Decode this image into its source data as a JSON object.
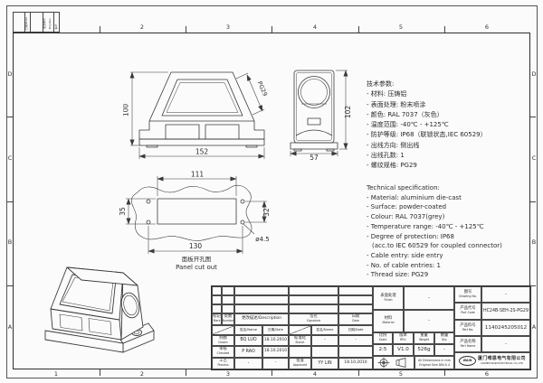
{
  "ink": "#3a3a3a",
  "frame": {
    "cols": [
      "1",
      "2",
      "3",
      "4",
      "5",
      "6"
    ],
    "rows": [
      "D",
      "C",
      "B",
      "A"
    ],
    "rev_strip": {
      "date": "日期/Date",
      "drg_cn": "更改单号",
      "drg_en": "Drg Rev"
    }
  },
  "views": {
    "front": {
      "dim_height": "100",
      "dim_width": "152",
      "thread": "PG29"
    },
    "side": {
      "dim_height": "102",
      "dim_width": "57"
    },
    "panel": {
      "dim_top": "111",
      "dim_bottom": "130",
      "dim_left": "35",
      "dim_right": "32",
      "hole": "ø4.5",
      "caption_cn": "面板开孔图",
      "caption_en": "Panel cut out"
    }
  },
  "spec_cn": {
    "title": "技术参数:",
    "lines": [
      "- 材料: 压铸铝",
      "- 表面处理: 粉末喷涂",
      "- 颜色: RAL 7037（灰色）",
      "- 温度范围: -40℃ - +125℃",
      "- 防护等级: IP68（联锁状态,IEC 60529）",
      "- 出线方向: 侧出线",
      "- 出线孔数: 1",
      "- 螺纹规格: PG29"
    ]
  },
  "spec_en": {
    "title": "Technical specification:",
    "lines": [
      "- Material: aluminium die-cast",
      "- Surface: powder-coated",
      "- Colour: RAL 7037(grey)",
      "- Temperature range: -40℃ - +125℃",
      "- Degree of protection: IP68",
      "(acc.to IEC 60529 for coupled connector)",
      "- Cable entry: side entry",
      "- No. of cable entries: 1",
      "- Thread size: PG29"
    ]
  },
  "title_block": {
    "mark": {
      "cn": "标记",
      "en": "Mark"
    },
    "number": {
      "cn": "处数",
      "en": "Number"
    },
    "description": "更改描述/Description",
    "signature": {
      "cn": "签名",
      "en": "Signature"
    },
    "date": {
      "cn": "日期",
      "en": "Date"
    },
    "name_label": "姓名/Name",
    "date_label": "日期/Date",
    "drawn": {
      "cn": "制图",
      "en": "Drawn",
      "name": "BQ LUO",
      "date": "18.10.2010"
    },
    "checked": {
      "cn": "审核",
      "en": "Checked",
      "name": "P RAO",
      "date": "18.10.2010"
    },
    "process": {
      "cn": "工艺",
      "en": "Process",
      "name": "-",
      "date": "-"
    },
    "stand": {
      "cn": "标准化",
      "en": "Stand.",
      "name": "-",
      "date": "-"
    },
    "approved": {
      "cn": "批准",
      "en": "Approved",
      "name": "YY LIN",
      "date": "18.10.2010"
    },
    "finish": {
      "cn": "表面处理",
      "en": "Finish",
      "value": "-"
    },
    "material": {
      "cn": "材料",
      "en": "Material",
      "value": "-"
    },
    "scale": {
      "cn": "比例",
      "en": "Scale",
      "value": "2:5"
    },
    "rev": {
      "cn": "版本",
      "en": "REV.",
      "value": "V1.0"
    },
    "weight": {
      "cn": "重量",
      "en": "Weight",
      "value": "526g"
    },
    "qty": {
      "cn": "数量",
      "en": "Qty.",
      "value": "-"
    },
    "note1": "All Dimensions in mm",
    "note2": "Original Size DIN A 4",
    "drawing_no": {
      "cn": "图号",
      "en": "Drawing No.",
      "value": "-"
    },
    "part_code": {
      "cn": "产品代号",
      "en": "Part Code",
      "value": "HC24B-SEH-2S-PG29"
    },
    "part_no": {
      "cn": "产品料号",
      "en": "Part No.",
      "value": "1140245205012"
    },
    "part_name": {
      "cn": "产品名称",
      "en": "Part Name",
      "value": "-"
    },
    "company": {
      "logo": "WAIN",
      "cn": "厦门唯恩电气有限公司",
      "en": "XIAMEN WAIN ELECTRICAL CO.,LTD"
    }
  }
}
